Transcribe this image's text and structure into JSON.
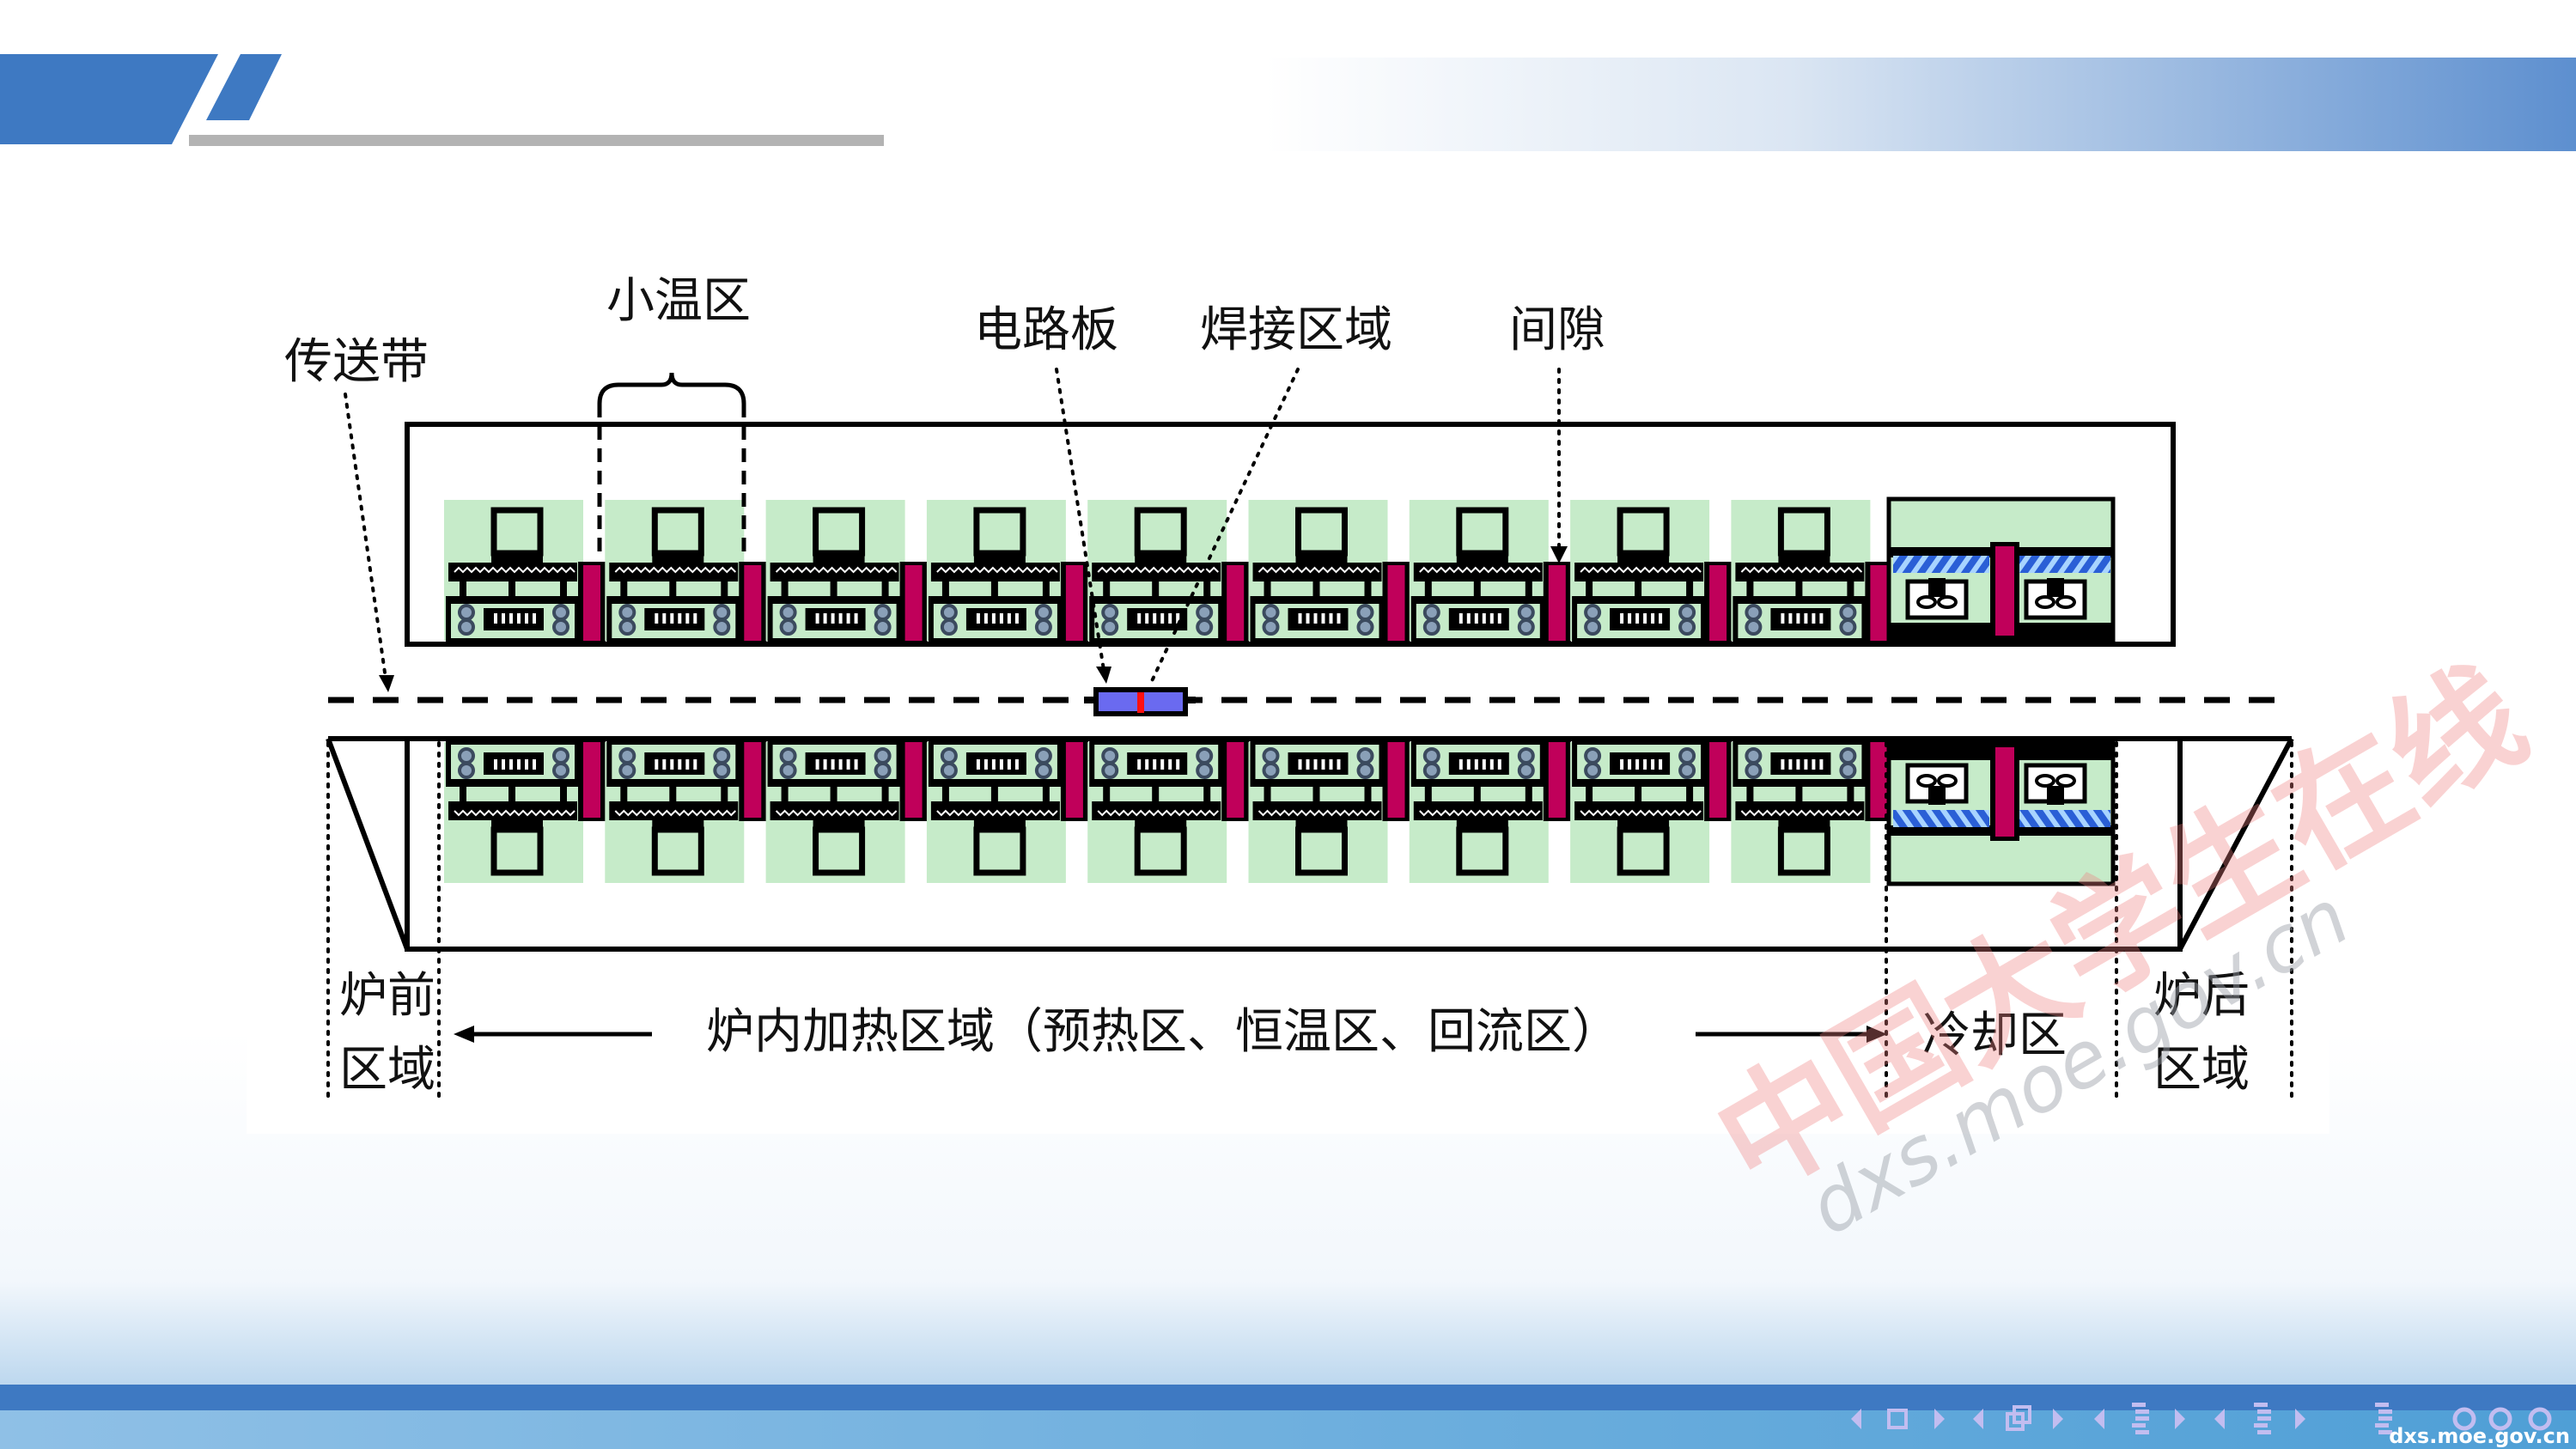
{
  "labels": {
    "conveyor": "传送带",
    "small_zone": "小温区",
    "circuit_board": "电路板",
    "solder_area": "焊接区域",
    "gap": "间隙",
    "front_zone_line1": "炉前",
    "front_zone_line2": "区域",
    "heating_zone": "炉内加热区域（预热区、恒温区、回流区）",
    "cooling_zone": "冷却区",
    "rear_zone_line1": "炉后",
    "rear_zone_line2": "区域"
  },
  "diagram": {
    "heating_module_count": 9,
    "colors": {
      "module_fill": "#c6ebc9",
      "gap_bar": "#c0005a",
      "pcb": "#6a6af0",
      "solder": "#ff1010",
      "cooling_hatch": "#2a5fd6",
      "header_blue": "#3e79c2"
    }
  },
  "watermark": {
    "cn": "中国大学生在线",
    "url": "dxs.moe.gov.cn"
  },
  "footer": {
    "url": "dxs.moe.gov.cn",
    "nav_icons": [
      "prev-icon",
      "frame-icon",
      "next-icon",
      "prev-icon",
      "pages-icon",
      "next-icon",
      "prev-icon",
      "section-icon",
      "next-icon",
      "prev-icon",
      "subsection-icon",
      "next-icon",
      "toc-icon",
      "undo-icon",
      "search-icon",
      "redo-icon"
    ]
  }
}
